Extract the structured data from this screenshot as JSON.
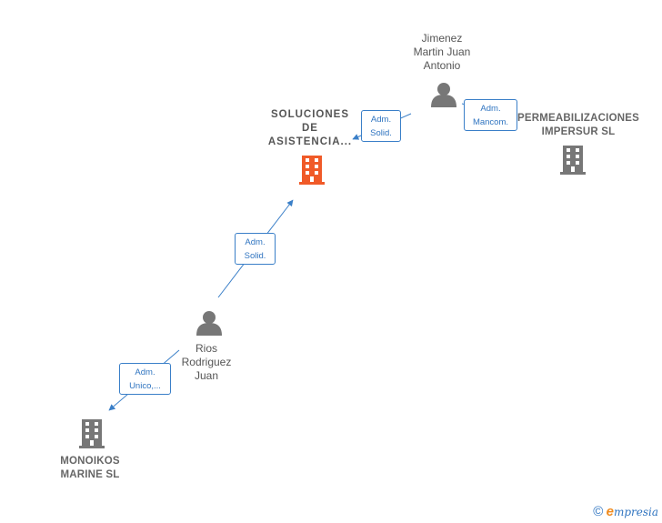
{
  "nodes": {
    "soluciones": {
      "label": "SOLUCIONES\nDE\nASISTENCIA...",
      "type": "company",
      "focus": true,
      "color": "#f05a28"
    },
    "jimenez": {
      "label": "Jimenez\nMartin Juan\nAntonio",
      "type": "person"
    },
    "permeabilizaciones": {
      "label": "PERMEABILIZACIONES\nIMPERSUR SL",
      "type": "company"
    },
    "rios": {
      "label": "Rios\nRodriguez\nJuan",
      "type": "person"
    },
    "monoikos": {
      "label": "MONOIKOS\nMARINE SL",
      "type": "company"
    }
  },
  "edges": [
    {
      "from": "jimenez",
      "to": "soluciones",
      "label": "Adm.\nSolid."
    },
    {
      "from": "jimenez",
      "to": "permeabilizaciones",
      "label": "Adm.\nMancom."
    },
    {
      "from": "rios",
      "to": "soluciones",
      "label": "Adm.\nSolid."
    },
    {
      "from": "rios",
      "to": "monoikos",
      "label": "Adm.\nUnico,..."
    }
  ],
  "colors": {
    "edge": "#3a7fc8",
    "person_icon": "#777777",
    "company_icon": "#777777",
    "focus_icon": "#f05a28"
  },
  "footer": {
    "copyright": "©",
    "brand_initial": "e",
    "brand_rest": "mpresia"
  }
}
